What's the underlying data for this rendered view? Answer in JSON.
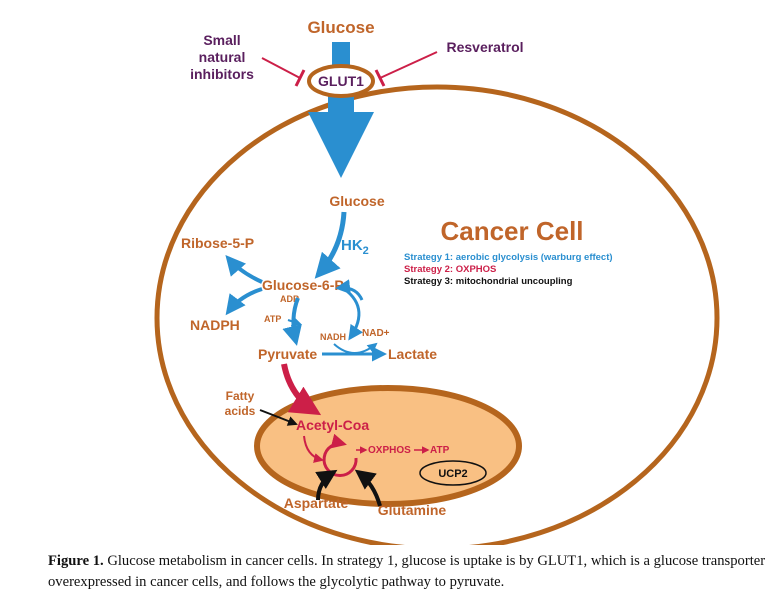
{
  "diagram": {
    "glucose_outside": "Glucose",
    "glut1": "GLUT1",
    "small_inhibitors": [
      "Small",
      "natural",
      "inhibitors"
    ],
    "resveratrol": "Resveratrol",
    "glucose_inside": "Glucose",
    "hk2_main": "HK",
    "hk2_sub": "2",
    "ribose5p": "Ribose-5-P",
    "nadph": "NADPH",
    "glucose6p": "Glucose-6-P",
    "adp": "ADP",
    "atp_left": "ATP",
    "nadh": "NADH",
    "nad_plus": "NAD+",
    "pyruvate": "Pyruvate",
    "lactate": "Lactate",
    "fatty_acids": [
      "Fatty",
      "acids"
    ],
    "acetyl_coa": "Acetyl-Coa",
    "oxphos": "OXPHOS",
    "atp_right": "ATP",
    "ucp2": "UCP2",
    "aspartate": "Aspartate",
    "glutamine": "Glutamine",
    "cancer_cell_title": "Cancer Cell",
    "strategies": [
      {
        "prefix": "Strategy 1: ",
        "text": "aerobic glycolysis (warburg effect)",
        "color": "#2a8fd0"
      },
      {
        "prefix": "Strategy 2: ",
        "text": "OXPHOS",
        "color": "#cc1f48"
      },
      {
        "prefix": "Strategy 3: ",
        "text": "mitochondrial uncoupling",
        "color": "#111111"
      }
    ]
  },
  "caption": {
    "label": "Figure 1.",
    "text": " Glucose metabolism in cancer cells. In strategy 1, glucose is uptake is by GLUT1, which is a glucose transporter overexpressed in cancer cells, and follows the glycolytic pathway to pyruvate."
  },
  "colors": {
    "cell_border": "#b5651d",
    "cell_fill": "#ffffff",
    "mito_fill": "#f9c083",
    "blue": "#2a8fd0",
    "red": "#cc1f48",
    "orange_text": "#c0652a",
    "purple_text": "#5a1f5e"
  }
}
